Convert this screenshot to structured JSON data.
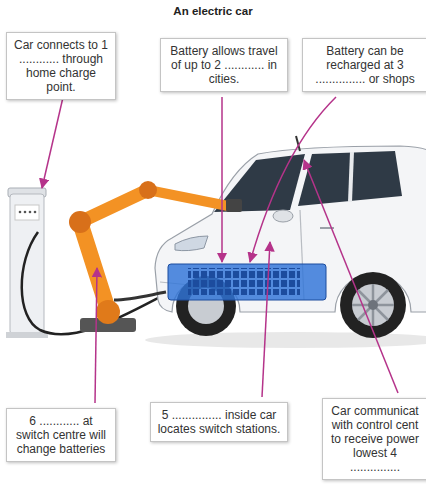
{
  "diagram": {
    "title": "An electric car",
    "nodes": [
      {
        "text": [
          "Car connects to 1 ............ through home charge point."
        ]
      },
      {
        "text": [
          "Battery allows travel of up to 2 ............ in cities."
        ]
      },
      {
        "text": [
          "Battery can be recharged at 3 ............... or shops"
        ]
      },
      {
        "text": [
          "6 ............ at switch centre will change batteries"
        ]
      },
      {
        "text": [
          "5 ............... inside car locates switch stations."
        ]
      },
      {
        "text": [
          "Car communicat with control cent to receive power lowest 4 ..............."
        ]
      }
    ]
  }
}
